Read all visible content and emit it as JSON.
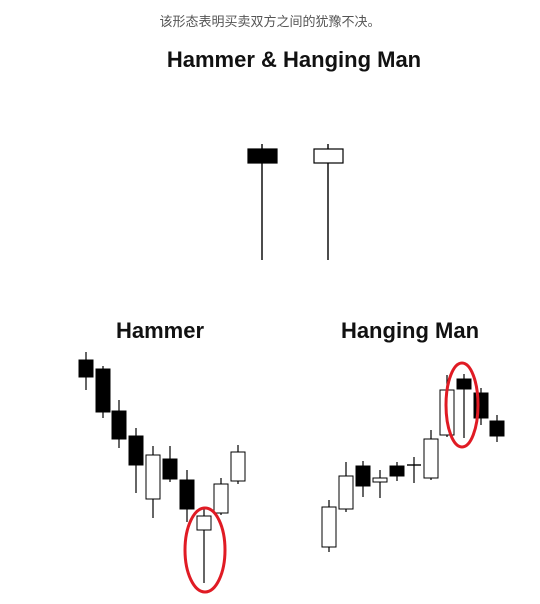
{
  "caption": "该形态表明买卖双方之间的犹豫不决。",
  "figure": {
    "main_title": "Hammer & Hanging Man",
    "left_panel_title": "Hammer",
    "right_panel_title": "Hanging Man"
  },
  "colors": {
    "bearish_fill": "#000000",
    "bullish_fill": "#ffffff",
    "stroke": "#000000",
    "highlight": "#e01b24",
    "caption_text": "#555555"
  }
}
